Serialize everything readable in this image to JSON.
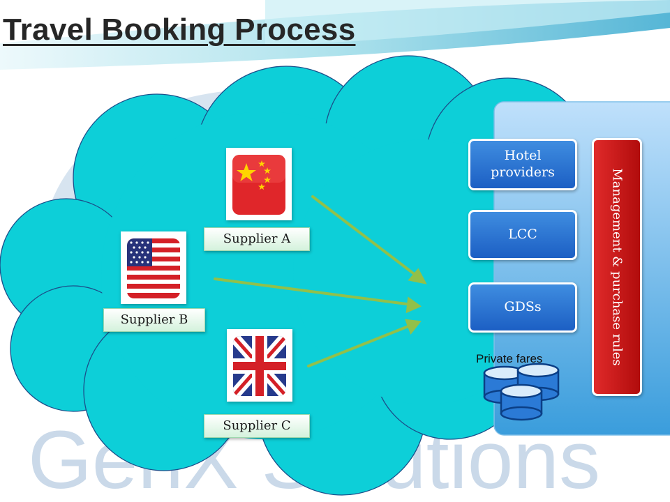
{
  "title": "Travel Booking Process",
  "suppliers": [
    {
      "label": "Supplier A",
      "flag": "china-flag-icon"
    },
    {
      "label": "Supplier B",
      "flag": "usa-flag-icon"
    },
    {
      "label": "Supplier C",
      "flag": "uk-flag-icon"
    }
  ],
  "services": [
    {
      "label": "Hotel providers"
    },
    {
      "label": "LCC"
    },
    {
      "label": "GDSs"
    }
  ],
  "private_fares": {
    "label": "Private fares",
    "icon": "database-icon"
  },
  "rules_box": {
    "label": "Management & purchase rules"
  },
  "watermark": {
    "text": "GenX Solutions"
  },
  "colors": {
    "cloud": "#0dcfd8",
    "service_box": "#2f7fd6",
    "rules_box": "#cc1515",
    "arrow": "#92c04a",
    "supplier_label_bg": "#dff5e5"
  }
}
